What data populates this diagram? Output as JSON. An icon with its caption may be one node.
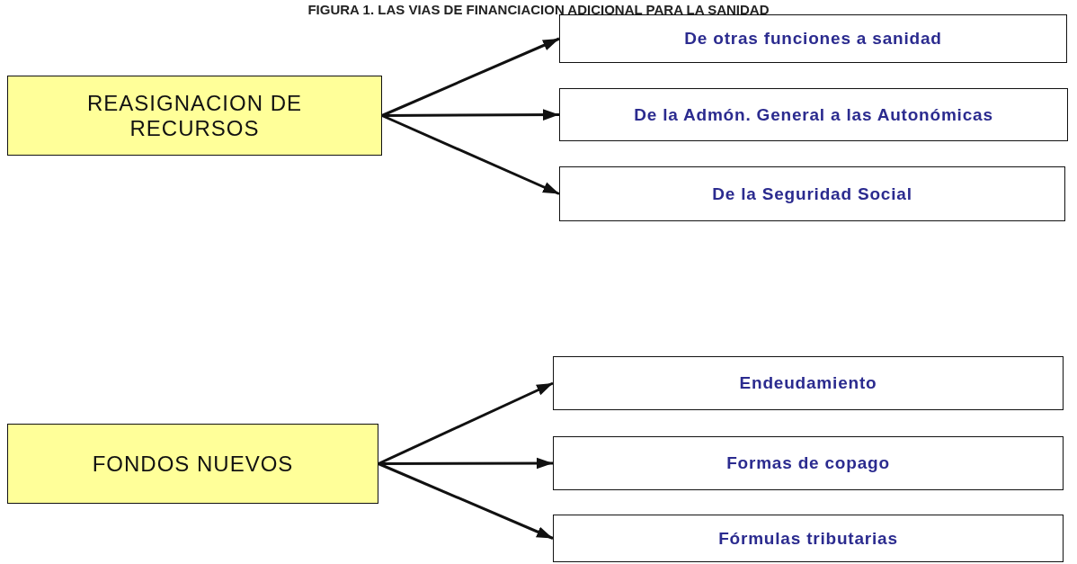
{
  "diagram": {
    "title": "FIGURA 1. LAS VIAS DE FINANCIACION ADICIONAL PARA LA SANIDAD",
    "nodes": [
      {
        "text": [
          "REASIGNACION DE RECURSOS"
        ]
      },
      {
        "text": [
          "De otras funciones a sanidad"
        ]
      },
      {
        "text": [
          "De la Admón. General a las Autonómicas"
        ]
      },
      {
        "text": [
          "De la Seguridad Social"
        ]
      },
      {
        "text": [
          "FONDOS NUEVOS"
        ]
      },
      {
        "text": [
          "Endeudamiento"
        ]
      },
      {
        "text": [
          "Formas de copago"
        ]
      },
      {
        "text": [
          "Fórmulas tributarias"
        ]
      }
    ],
    "edges": [
      {
        "from": 0,
        "to": 1,
        "arrow": "to"
      },
      {
        "from": 0,
        "to": 2,
        "arrow": "to"
      },
      {
        "from": 0,
        "to": 3,
        "arrow": "to"
      },
      {
        "from": 4,
        "to": 5,
        "arrow": "to"
      },
      {
        "from": 4,
        "to": 6,
        "arrow": "to"
      },
      {
        "from": 4,
        "to": 7,
        "arrow": "to"
      }
    ]
  }
}
